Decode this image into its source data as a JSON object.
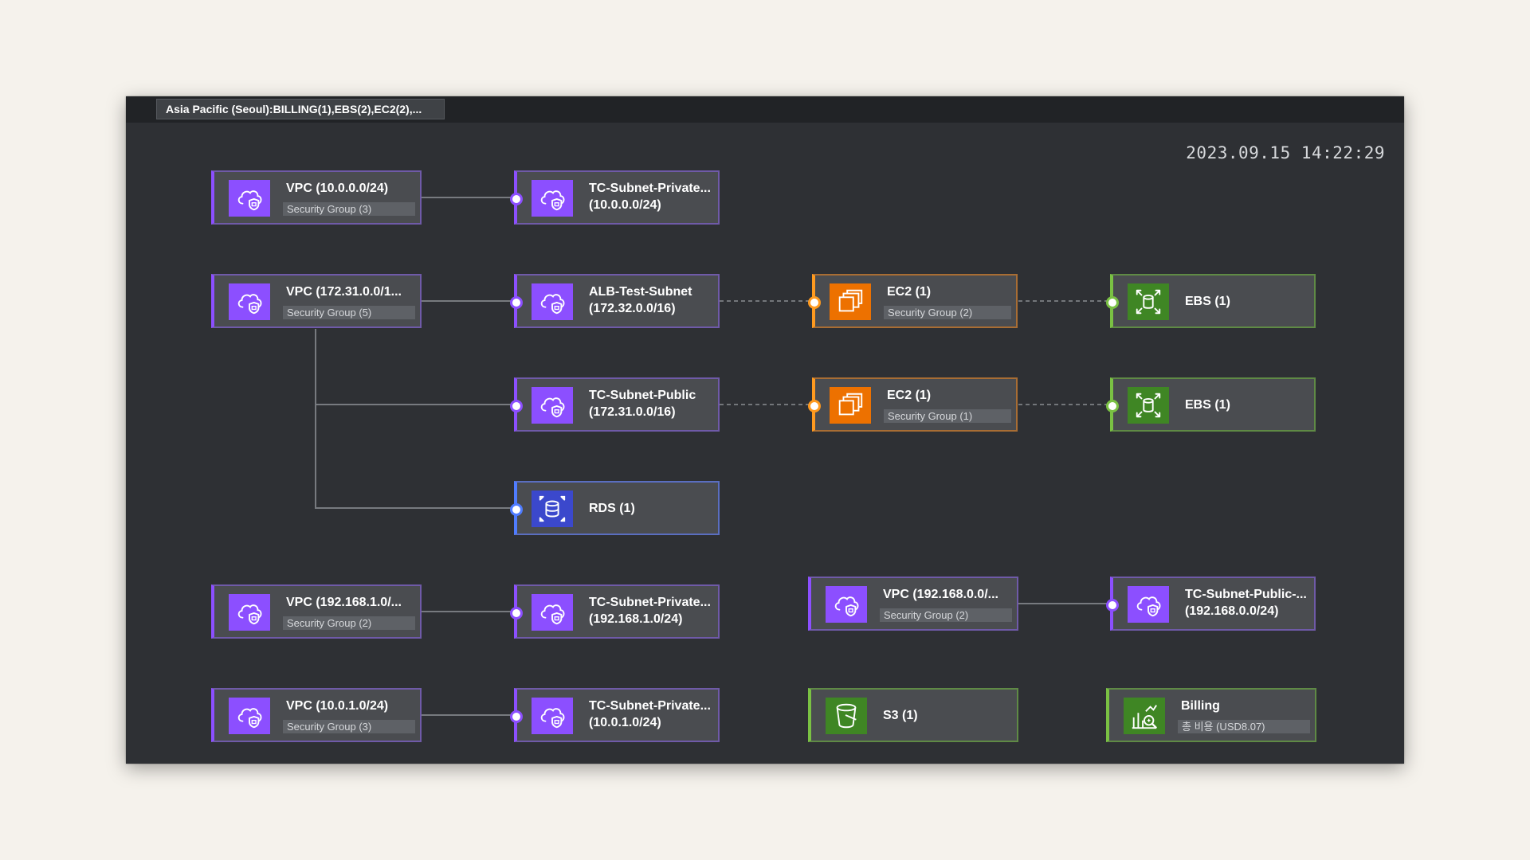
{
  "region_tab": "Asia Pacific (Seoul):BILLING(1),EBS(2),EC2(2),...",
  "timestamp": "2023.09.15 14:22:29",
  "colors": {
    "vpc_purple": "#8c4fff",
    "ec2_orange": "#ed7100",
    "ebs_green": "#3f8624",
    "rds_blue": "#3b48cc",
    "canvas": "#2e3034"
  },
  "nodes": {
    "vpc1": {
      "title": "VPC (10.0.0.0/24)",
      "sub": "Security Group (3)",
      "icon": "vpc-cloud-icon"
    },
    "subnet1": {
      "title": "TC-Subnet-Private...",
      "line2": "(10.0.0.0/24)",
      "icon": "vpc-cloud-icon"
    },
    "vpc2": {
      "title": "VPC (172.31.0.0/1...",
      "sub": "Security Group (5)",
      "icon": "vpc-cloud-icon"
    },
    "subnet2": {
      "title": "ALB-Test-Subnet",
      "line2": "(172.32.0.0/16)",
      "icon": "vpc-cloud-icon"
    },
    "ec2a": {
      "title": "EC2 (1)",
      "sub": "Security Group (2)",
      "icon": "ec2-instances-icon"
    },
    "ebs1": {
      "title": "EBS (1)",
      "icon": "ebs-volume-icon"
    },
    "subnet3": {
      "title": "TC-Subnet-Public",
      "line2": "(172.31.0.0/16)",
      "icon": "vpc-cloud-icon"
    },
    "ec2b": {
      "title": "EC2 (1)",
      "sub": "Security Group (1)",
      "icon": "ec2-instances-icon"
    },
    "ebs2": {
      "title": "EBS (1)",
      "icon": "ebs-volume-icon"
    },
    "rds": {
      "title": "RDS (1)",
      "icon": "rds-database-icon"
    },
    "vpc3": {
      "title": "VPC (192.168.1.0/...",
      "sub": "Security Group (2)",
      "icon": "vpc-cloud-icon"
    },
    "subnet4": {
      "title": "TC-Subnet-Private...",
      "line2": "(192.168.1.0/24)",
      "icon": "vpc-cloud-icon"
    },
    "vpc4": {
      "title": "VPC (192.168.0.0/...",
      "sub": "Security Group (2)",
      "icon": "vpc-cloud-icon"
    },
    "subnet5": {
      "title": "TC-Subnet-Public-...",
      "line2": "(192.168.0.0/24)",
      "icon": "vpc-cloud-icon"
    },
    "vpc5": {
      "title": "VPC (10.0.1.0/24)",
      "sub": "Security Group (3)",
      "icon": "vpc-cloud-icon"
    },
    "subnet6": {
      "title": "TC-Subnet-Private...",
      "line2": "(10.0.1.0/24)",
      "icon": "vpc-cloud-icon"
    },
    "s3": {
      "title": "S3 (1)",
      "icon": "s3-bucket-icon"
    },
    "billing": {
      "title": "Billing",
      "sub": "총 비용 (USD8.07)",
      "icon": "billing-cost-icon"
    }
  }
}
